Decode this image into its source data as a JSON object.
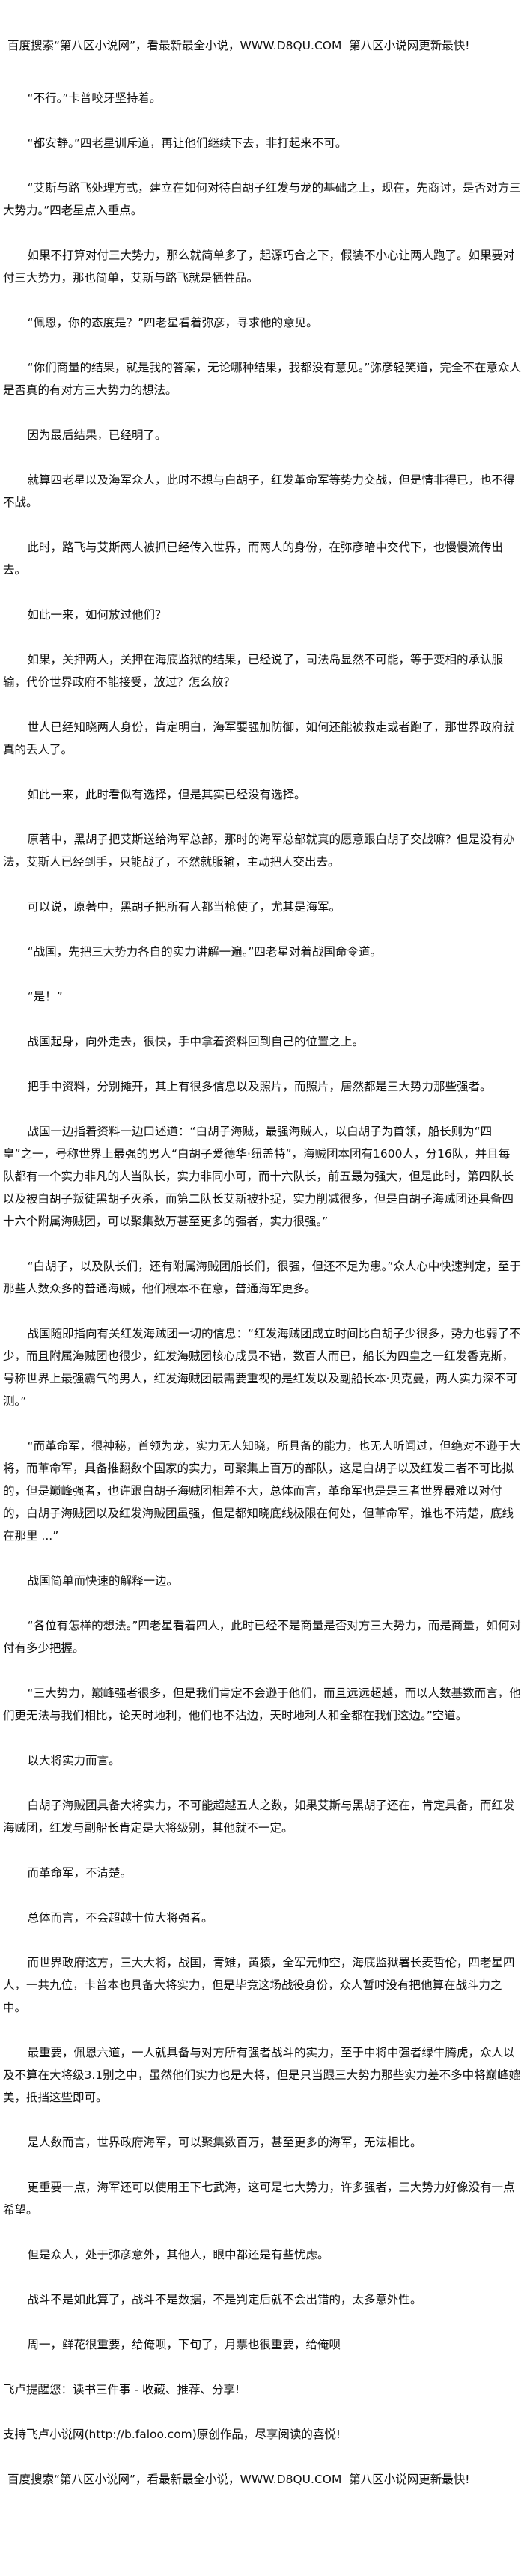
{
  "banner": {
    "text": "百度搜索“第八区小说网”，看最新最全小说，WWW.D8QU.COM  第八区小说网更新最快!"
  },
  "paragraphs": [
    "“不行。”卡普咬牙坚持着。",
    "“都安静。”四老星训斥道，再让他们继续下去，非打起来不可。",
    "“艾斯与路飞处理方式，建立在如何对待白胡子红发与龙的基础之上，现在，先商讨，是否对方三大势力。”四老星点入重点。",
    "如果不打算对付三大势力，那么就简单多了，起源巧合之下，假装不小心让两人跑了。如果要对付三大势力，那也简单，艾斯与路飞就是牺牲品。",
    "“佩恩，你的态度是？”四老星看着弥彦，寻求他的意见。",
    "“你们商量的结果，就是我的答案，无论哪种结果，我都没有意见。”弥彦轻笑道，完全不在意众人是否真的有对方三大势力的想法。",
    "因为最后结果，已经明了。",
    "就算四老星以及海军众人，此时不想与白胡子，红发革命军等势力交战，但是情非得已，也不得不战。",
    "此时，路飞与艾斯两人被抓已经传入世界，而两人的身份，在弥彦暗中交代下，也慢慢流传出去。",
    "如此一来，如何放过他们？",
    "如果，关押两人，关押在海底监狱的结果，已经说了，司法岛显然不可能，等于变相的承认服输，代价世界政府不能接受，放过？怎么放？",
    "世人已经知晓两人身份，肯定明白，海军要强加防御，如何还能被救走或者跑了，那世界政府就真的丢人了。",
    "如此一来，此时看似有选择，但是其实已经没有选择。",
    "原著中，黑胡子把艾斯送给海军总部，那时的海军总部就真的愿意跟白胡子交战嘛？但是没有办法，艾斯人已经到手，只能战了，不然就服输，主动把人交出去。",
    "可以说，原著中，黑胡子把所有人都当枪使了，尤其是海军。",
    "“战国，先把三大势力各自的实力讲解一遍。”四老星对着战国命令道。",
    "“是！”",
    "战国起身，向外走去，很快，手中拿着资料回到自己的位置之上。",
    "把手中资料，分别摊开，其上有很多信息以及照片，而照片，居然都是三大势力那些强者。",
    "战国一边指着资料一边口述道：“白胡子海贼，最强海贼人，以白胡子为首领，船长则为“四皇”之一，号称世界上最强的男人“白胡子爱德华·纽盖特”，海贼团本团有1600人，分16队，并且每队都有一个实力非凡的人当队长，实力非同小可，而十六队长，前五最为强大，但是此时，第四队长以及被白胡子叛徒黑胡子灭杀，而第二队长艾斯被扑捉，实力削减很多，但是白胡子海贼团还具备四十六个附属海贼团，可以聚集数万甚至更多的强者，实力很强。”",
    "“白胡子，以及队长们，还有附属海贼团船长们，很强，但还不足为患。”众人心中快速判定，至于那些人数众多的普通海贼，他们根本不在意，普通海军更多。",
    "战国随即指向有关红发海贼团一切的信息：“红发海贼团成立时间比白胡子少很多，势力也弱了不少，而且附属海贼团也很少，红发海贼团核心成员不错，数百人而已，船长为四皇之一红发香克斯，号称世界上最强霸气的男人，红发海贼团最需要重视的是红发以及副船长本·贝克曼，两人实力深不可测。”",
    "“而革命军，很神秘，首领为龙，实力无人知晓，所具备的能力，也无人听闻过，但绝对不逊于大将，而革命军，具备推翻数个国家的实力，可聚集上百万的部队，这是白胡子以及红发二者不可比拟的，但是巅峰强者，也许跟白胡子海贼团相差不大，总体而言，革命军也是是三者世界最难以对付的，白胡子海贼团以及红发海贼团虽强，但是都知晓底线极限在何处，但革命军，谁也不清楚，底线在那里 ...”",
    "战国简单而快速的解释一边。",
    "“各位有怎样的想法。”四老星看着四人，此时已经不是商量是否对方三大势力，而是商量，如何对付有多少把握。",
    "“三大势力，巅峰强者很多，但是我们肯定不会逊于他们，而且远远超越，而以人数基数而言，他们更无法与我们相比，论天时地利，他们也不沾边，天时地利人和全都在我们这边。”空道。",
    "以大将实力而言。",
    "白胡子海贼团具备大将实力，不可能超越五人之数，如果艾斯与黑胡子还在，肯定具备，而红发海贼团，红发与副船长肯定是大将级别，其他就不一定。",
    "而革命军，不清楚。",
    "总体而言，不会超越十位大将强者。",
    "而世界政府这方，三大大将，战国，青雉，黄猿，全军元帅空，海底监狱署长麦哲伦，四老星四人，一共九位，卡普本也具备大将实力，但是毕竟这场战役身份，众人暂时没有把他算在战斗力之中。",
    "最重要，佩恩六道，一人就具备与对方所有强者战斗的实力，至于中将中强者绿牛腾虎，众人以及不算在大将级3.1别之中，虽然他们实力也是大将，但是只当跟三大势力那些实力差不多中将巅峰媲美，抵挡这些即可。",
    "是人数而言，世界政府海军，可以聚集数百万，甚至更多的海军，无法相比。",
    "更重要一点，海军还可以使用王下七武海，这可是七大势力，许多强者，三大势力好像没有一点希望。",
    "但是众人，处于弥彦意外，其他人，眼中都还是有些忧虑。",
    "战斗不是如此算了，战斗不是数据，不是判定后就不会出错的，太多意外性。",
    "周一，鲜花很重要，给俺呗，下旬了，月票也很重要，给俺呗"
  ],
  "footer": {
    "reminder": "飞卢提醒您：读书三件事 - 收藏、推荐、分享!",
    "support": "支持飞卢小说网(http://b.faloo.com)原创作品，尽享阅读的喜悦!",
    "banner": "百度搜索“第八区小说网”，看最新最全小说，WWW.D8QU.COM  第八区小说网更新最快!"
  }
}
